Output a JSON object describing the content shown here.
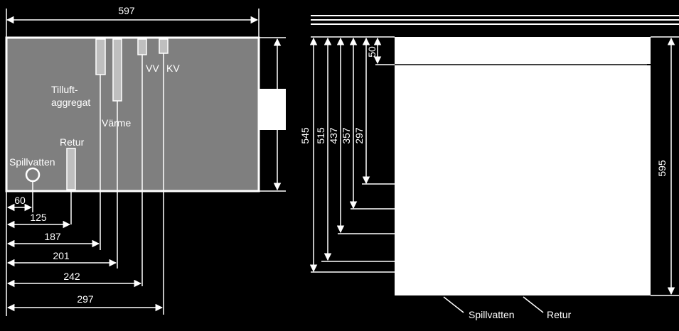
{
  "colors": {
    "background": "#000000",
    "cabinet_fill": "#7f7f7f",
    "pipe_fill": "#bfbfbf",
    "line": "#ffffff",
    "side_panel": "#ffffff"
  },
  "top_view": {
    "width_dim": "597",
    "labels": {
      "tilluft_line1": "Tilluft-",
      "tilluft_line2": "aggregat",
      "varme": "Värme",
      "vv": "VV",
      "kv": "KV",
      "retur": "Retur",
      "spillvatten": "Spillvatten"
    },
    "offsets": [
      "60",
      "125",
      "187",
      "201",
      "242",
      "297"
    ]
  },
  "side_view": {
    "height_dims": [
      "545",
      "515",
      "437",
      "357",
      "297",
      "50"
    ],
    "total_height": "595",
    "bottom_labels": {
      "spillvatten": "Spillvatten",
      "retur": "Retur"
    }
  }
}
